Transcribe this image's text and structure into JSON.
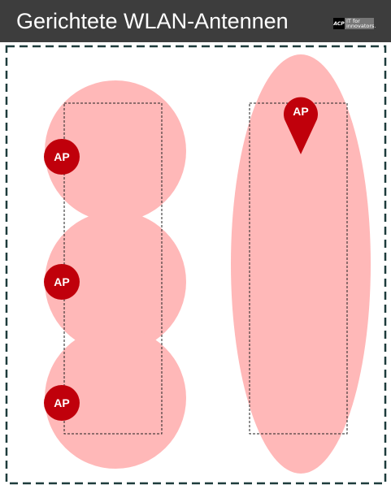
{
  "header": {
    "title": "Gerichtete WLAN-Antennen",
    "logo_mark": "ACP",
    "logo_line1": "IT for",
    "logo_line2": "innovators."
  },
  "diagram": {
    "ap_label": "AP",
    "colors": {
      "coverage": "#ffb8b8",
      "ap_marker": "#c0000b",
      "header_bg": "#3d3d3d",
      "border": "#1e3c3c"
    }
  }
}
